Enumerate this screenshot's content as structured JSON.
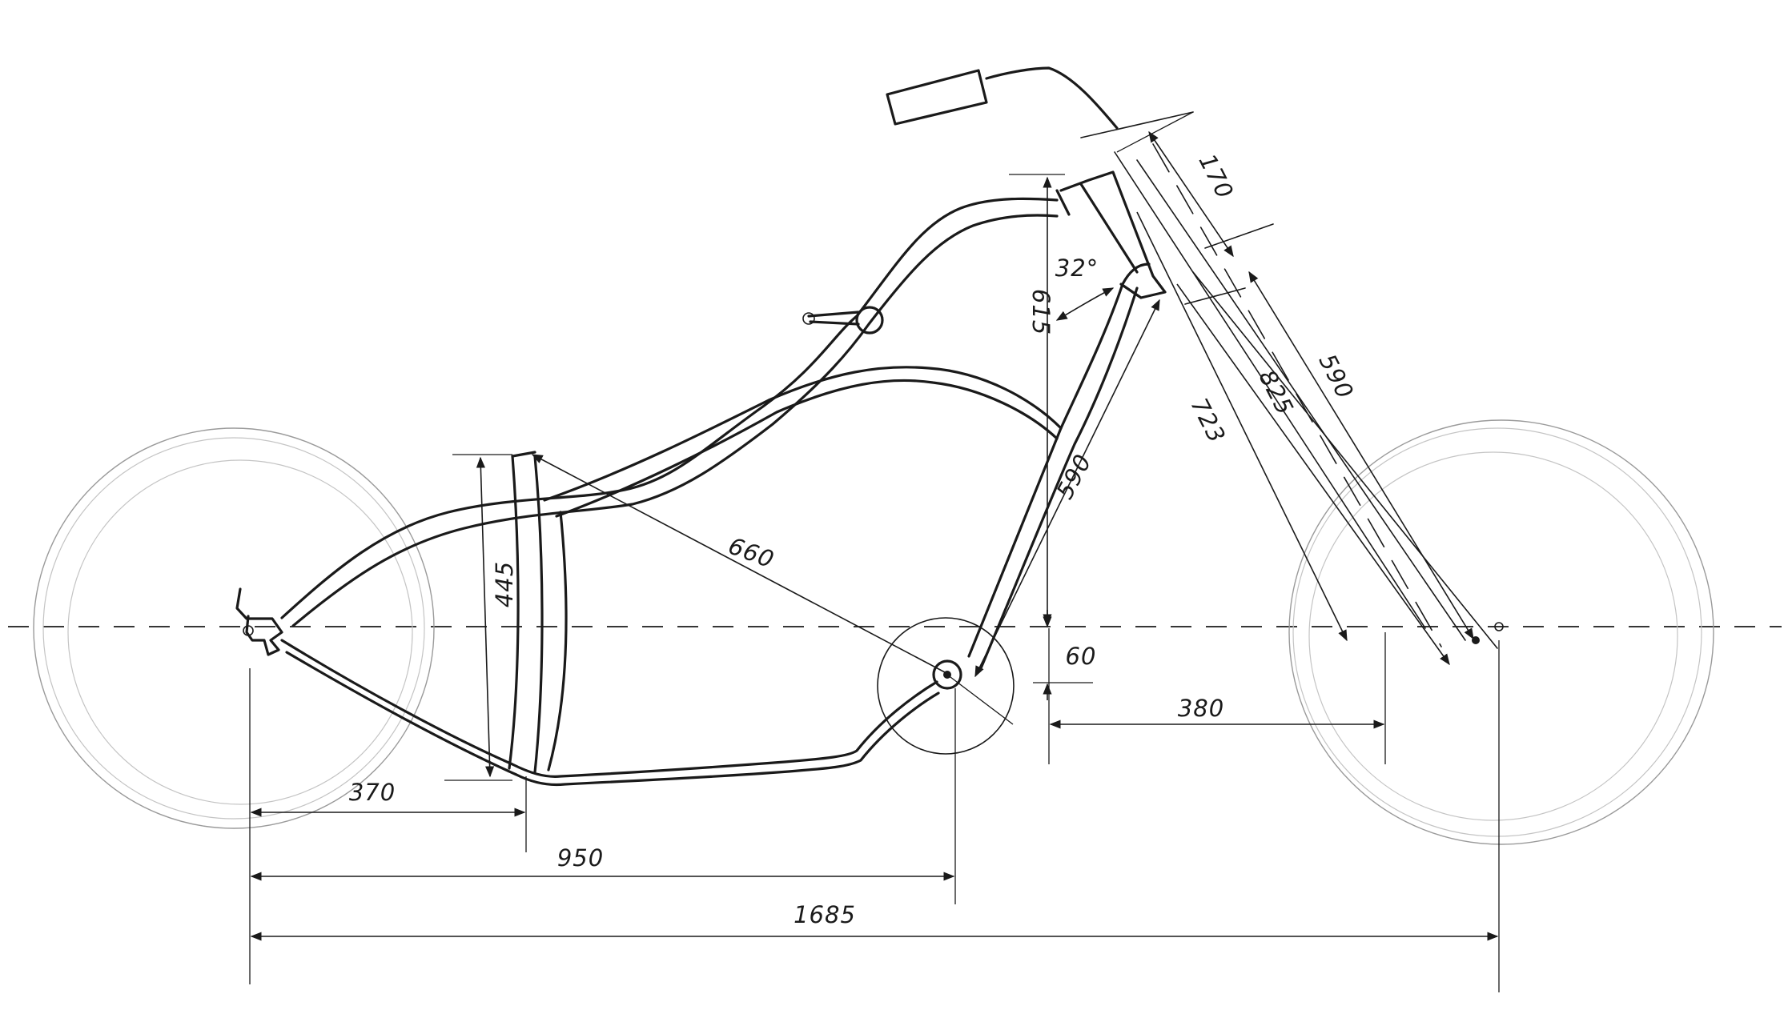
{
  "dimensions": {
    "rear_to_seat_tube": "370",
    "rear_to_bottom_bracket": "950",
    "wheelbase": "1685",
    "seat_tube_height": "445",
    "seat_to_bottom_bracket": "660",
    "head_tube_height": "615",
    "bb_drop": "60",
    "head_angle": "32°",
    "down_tube": "590",
    "fork_723": "723",
    "fork_825": "825",
    "fork_590": "590",
    "head_tube_length": "170",
    "front_offset": "380"
  }
}
